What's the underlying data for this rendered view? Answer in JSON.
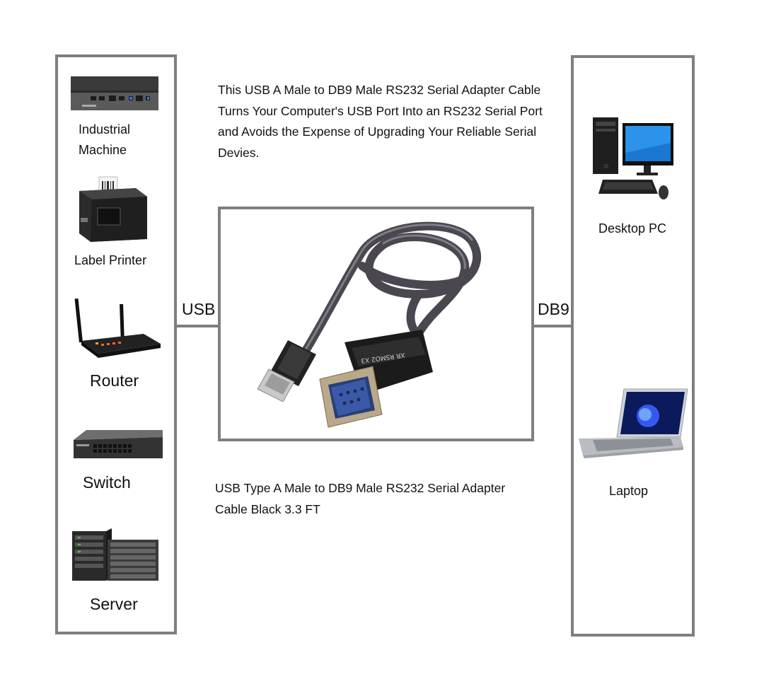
{
  "description": {
    "top": "This USB A Male to DB9 Male RS232 Serial Adapter Cable Turns Your Computer's USB Port Into an RS232 Serial Port and Avoids the Expense of Upgrading Your Reliable Serial Devies.",
    "bottom": "USB Type A Male to DB9 Male RS232 Serial Adapter Cable Black 3.3 FT"
  },
  "connectors": {
    "left": "USB",
    "right": "DB9"
  },
  "left_devices": [
    {
      "id": "industrial-machine",
      "label_line1": "Industrial",
      "label_line2": "Machine"
    },
    {
      "id": "label-printer",
      "label": "Label Printer"
    },
    {
      "id": "router",
      "label": "Router"
    },
    {
      "id": "switch",
      "label": "Switch"
    },
    {
      "id": "server",
      "label": "Server"
    }
  ],
  "right_devices": [
    {
      "id": "desktop-pc",
      "label": "Desktop PC"
    },
    {
      "id": "laptop",
      "label": "Laptop"
    }
  ],
  "cable": {
    "connector_text": "XR RSMO2 X3"
  }
}
